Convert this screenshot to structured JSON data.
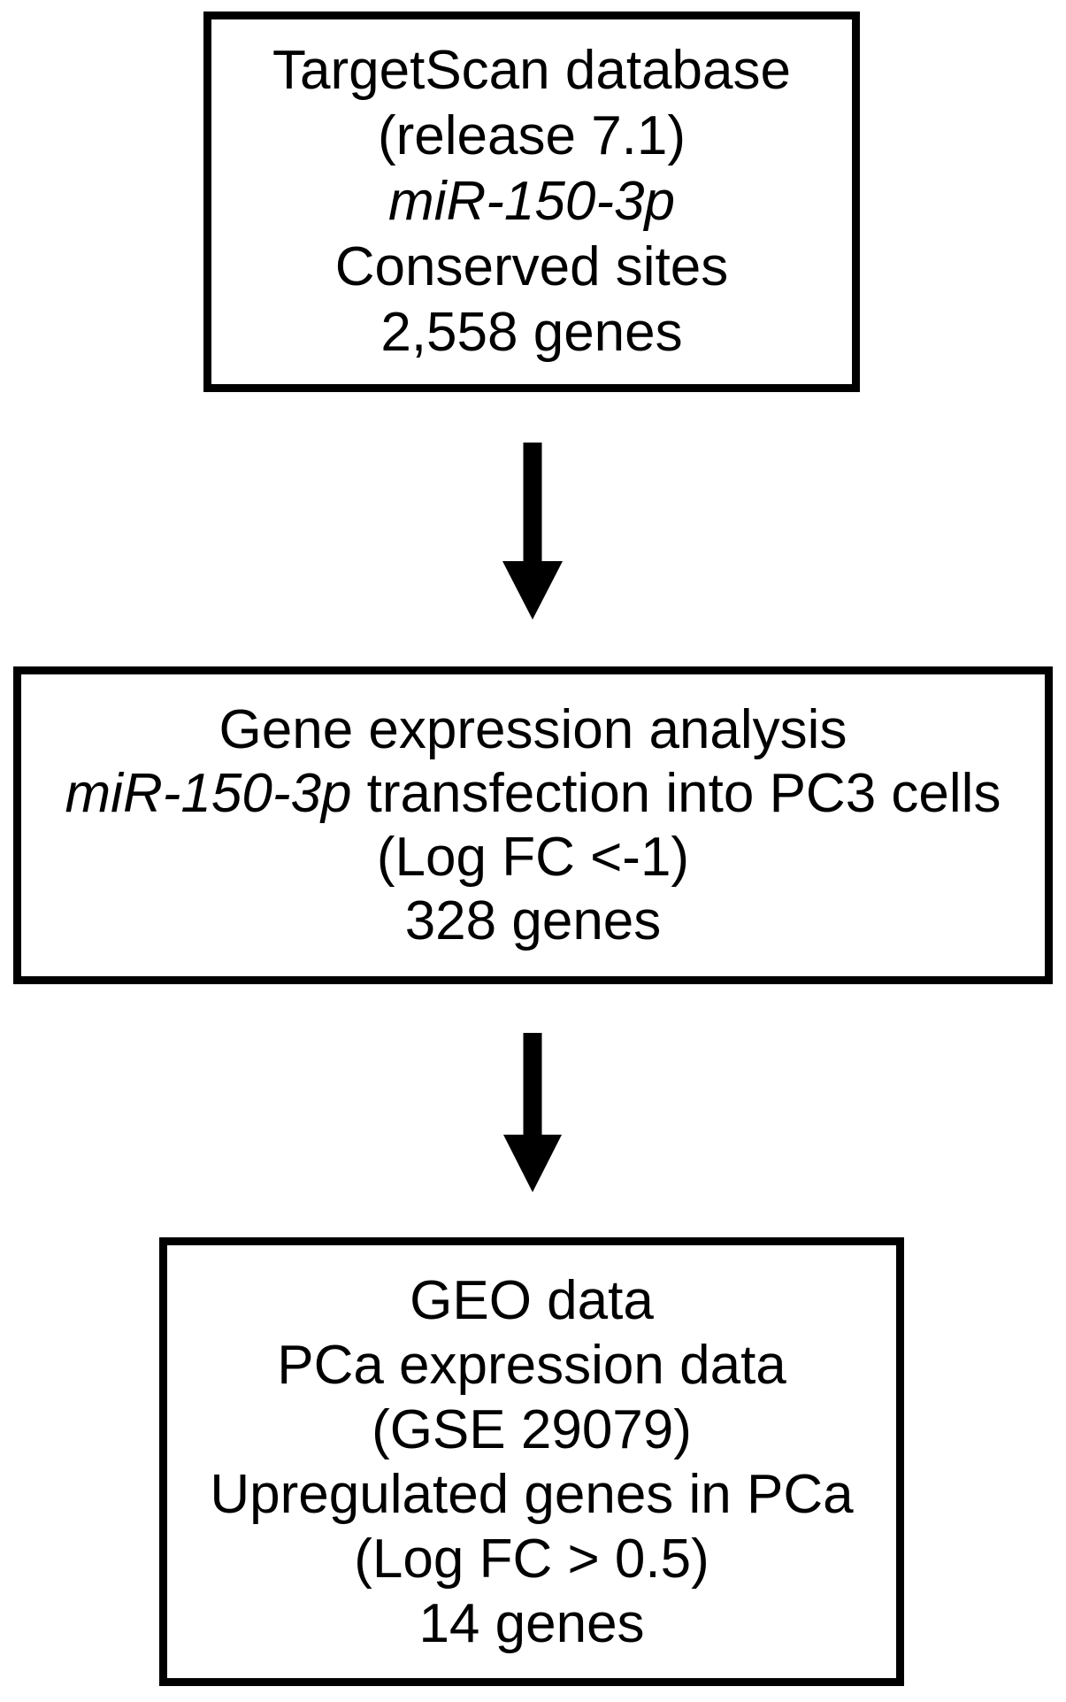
{
  "figure": {
    "background_color": "#ffffff",
    "line_color": "#000000",
    "boxes": {
      "targetscan": {
        "line1": "TargetScan database",
        "line2": "(release 7.1)",
        "line3_italic": "miR-150-3p",
        "line4": "Conserved sites",
        "line5": "2,558 genes"
      },
      "gene_expression": {
        "line1": "Gene expression analysis",
        "line2_italic": "miR-150-3p",
        "line2_rest": " transfection into PC3 cells",
        "line3": "(Log FC <-1)",
        "line4": "328 genes"
      },
      "geo": {
        "line1": "GEO data",
        "line2": "PCa expression data",
        "line3": "(GSE 29079)",
        "line4": "Upregulated genes in PCa",
        "line5": "(Log FC > 0.5)",
        "line6": "14 genes"
      }
    }
  }
}
